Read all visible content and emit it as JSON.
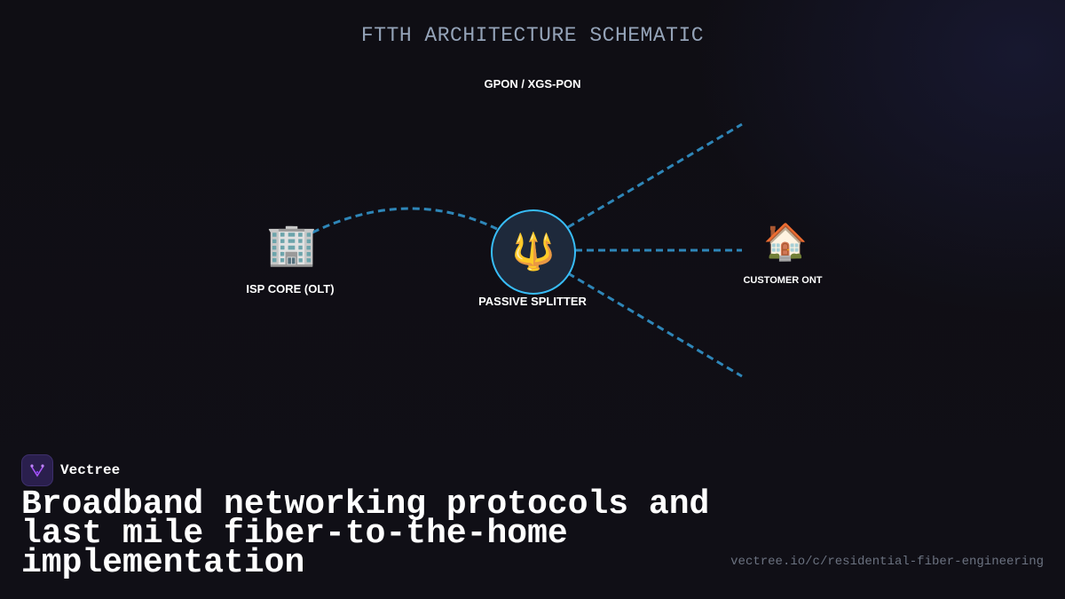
{
  "diagram": {
    "title": "FTTH ARCHITECTURE SCHEMATIC",
    "protocol_label": "GPON / XGS-PON",
    "nodes": {
      "olt": {
        "label": "ISP CORE (OLT)",
        "icon": "office-building-icon",
        "glyph": "🏢"
      },
      "splitter": {
        "label": "PASSIVE SPLITTER",
        "icon": "trident-icon",
        "glyph": "🔱"
      },
      "ont": {
        "label": "CUSTOMER ONT",
        "icon": "house-icon",
        "glyph": "🏠"
      }
    },
    "colors": {
      "link": "#2e86b8",
      "splitter_fill": "#1e293b",
      "splitter_border": "#38bdf8",
      "title": "#94a3b8"
    }
  },
  "brand": {
    "name": "Vectree",
    "logo_icon": "vectree-logo-icon"
  },
  "headline": "Broadband networking protocols and last mile fiber-to-the-home implementation",
  "url": "vectree.io/c/residential-fiber-engineering"
}
